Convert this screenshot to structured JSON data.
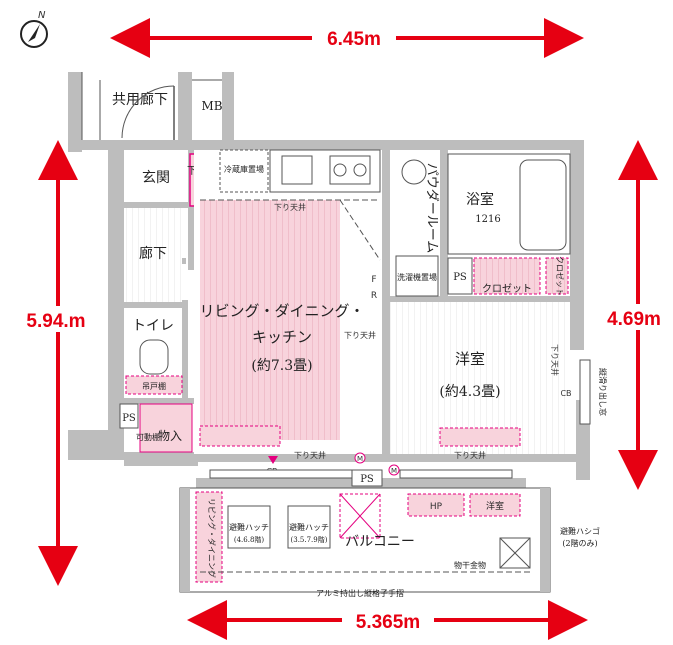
{
  "compass": {
    "north_label": "N"
  },
  "dimensions": {
    "top_width": "6.45m",
    "bottom_width": "5.365m",
    "left_height": "5.94.m",
    "right_height": "4.69m"
  },
  "rooms": {
    "shared_corridor": "共用廊下",
    "mb": "MB",
    "entrance": "玄関",
    "shoe_box": "下足入",
    "hall": "廊下",
    "toilet": "トイレ",
    "toilet_shelf": "吊戸棚",
    "ps_left": "PS",
    "storage": "物入",
    "storage_sub": "可動棚",
    "fridge_space": "冷蔵庫置場",
    "ldk_line1": "リビング・ダイニング・",
    "ldk_line2": "キッチン",
    "ldk_size": "(約7.3畳)",
    "powder_room": "パウダールーム",
    "bath": "浴室",
    "bath_size": "1216",
    "washer": "洗濯機置場",
    "ps_mid": "PS",
    "closet_h": "クロゼット",
    "closet_v": "クロゼット",
    "western_room": "洋室",
    "western_size": "(約4.3畳)",
    "sliding_window": "縦滑り出し窓",
    "balcony": "バルコニー",
    "ps_bottom": "PS",
    "hatch1": "避難ハッチ",
    "hatch1_floors": "(4.6.8階)",
    "hatch2": "避難ハッチ",
    "hatch2_floors": "(3.5.7.9階)",
    "balcony_ldk": "リビング・ダイニング",
    "hp": "HP",
    "balcony_western": "洋室",
    "ladder": "避難ハシゴ",
    "ladder_floors": "(2階のみ)",
    "drying_hardware": "物干金物",
    "railing": "アルミ持出し縦格子手摺"
  },
  "annotations": {
    "sag_ceiling_1": "下り天井",
    "sag_ceiling_2": "下り天井",
    "sag_ceiling_3": "下り天井",
    "sag_ceiling_4": "下り天井",
    "sag_ceiling_5": "下り天井",
    "cb1": "CB",
    "cb2": "CB",
    "mark_m1": "M",
    "mark_m2": "M",
    "mark_f": "F",
    "mark_r": "R"
  },
  "colors": {
    "dimension": "#e60012",
    "wall": "#bdbdbd",
    "wall_dark": "#555555",
    "pink_fill": "#f9d7e0",
    "magenta": "#e4007f"
  }
}
